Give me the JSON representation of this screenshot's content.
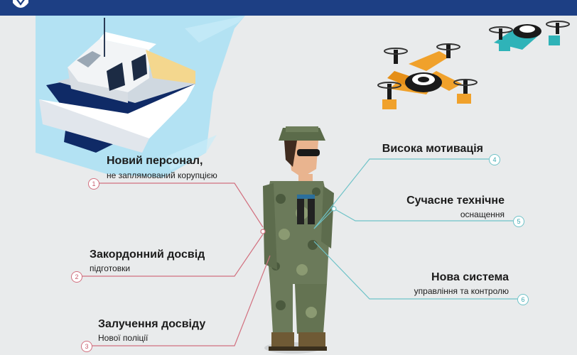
{
  "points": [
    {
      "number": "1",
      "title": "Новий персонал,",
      "subtitle": "не заплямований корупцією"
    },
    {
      "number": "2",
      "title": "Закордонний досвід",
      "subtitle": "підготовки"
    },
    {
      "number": "3",
      "title": "Залучення досвіду",
      "subtitle": "Нової поліції"
    },
    {
      "number": "4",
      "title": "Висока мотивація",
      "subtitle": ""
    },
    {
      "number": "5",
      "title": "Сучасне технічне",
      "subtitle": "оснащення"
    },
    {
      "number": "6",
      "title": "Нова система",
      "subtitle": "управління та контролю"
    }
  ],
  "colors": {
    "header": "#1d3f84",
    "water": "#b3e2f3",
    "left_lines": "#d2707f",
    "right_lines": "#6fc3c8",
    "drone_orange": "#f0a12b",
    "drone_teal": "#2fb3b8",
    "camo_base": "#6b7a5a"
  },
  "icons": [
    "shield-emblem-icon",
    "patrol-boat-icon",
    "drone-icon",
    "border-guard-icon"
  ]
}
